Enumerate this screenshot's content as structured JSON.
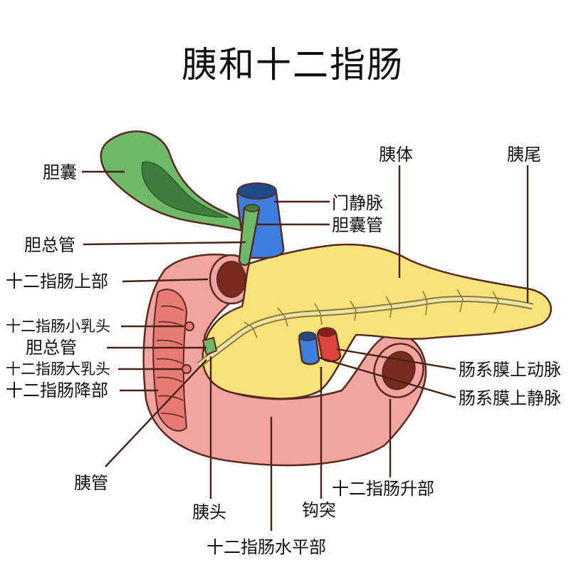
{
  "title": "胰和十二指肠",
  "labels": {
    "gallbladder": "胆囊",
    "common_bile_duct_top": "胆总管",
    "duodenum_superior": "十二指肠上部",
    "minor_papilla": "十二指肠小乳头",
    "common_bile_duct_mid": "胆总管",
    "major_papilla": "十二指肠大乳头",
    "duodenum_descending": "十二指肠降部",
    "pancreatic_duct": "胰管",
    "pancreas_head": "胰头",
    "duodenum_horizontal": "十二指肠水平部",
    "uncinate_process": "钩突",
    "duodenum_ascending": "十二指肠升部",
    "portal_vein": "门静脉",
    "cystic_duct": "胆囊管",
    "pancreas_body": "胰体",
    "pancreas_tail": "胰尾",
    "sma": "肠系膜上动脉",
    "smv": "肠系膜上静脉"
  },
  "colors": {
    "gallbladder": "#6dbb6a",
    "gallbladder_dark": "#3f7d3b",
    "portal_vein": "#3d7fe0",
    "duodenum": "#f2a5a0",
    "duodenum_dark": "#e87a73",
    "duodenum_lumen": "#7a2a1c",
    "pancreas": "#f9e27a",
    "pancreas_duct": "#efe3a8",
    "artery": "#e0453d",
    "vein": "#3d7fe0"
  }
}
